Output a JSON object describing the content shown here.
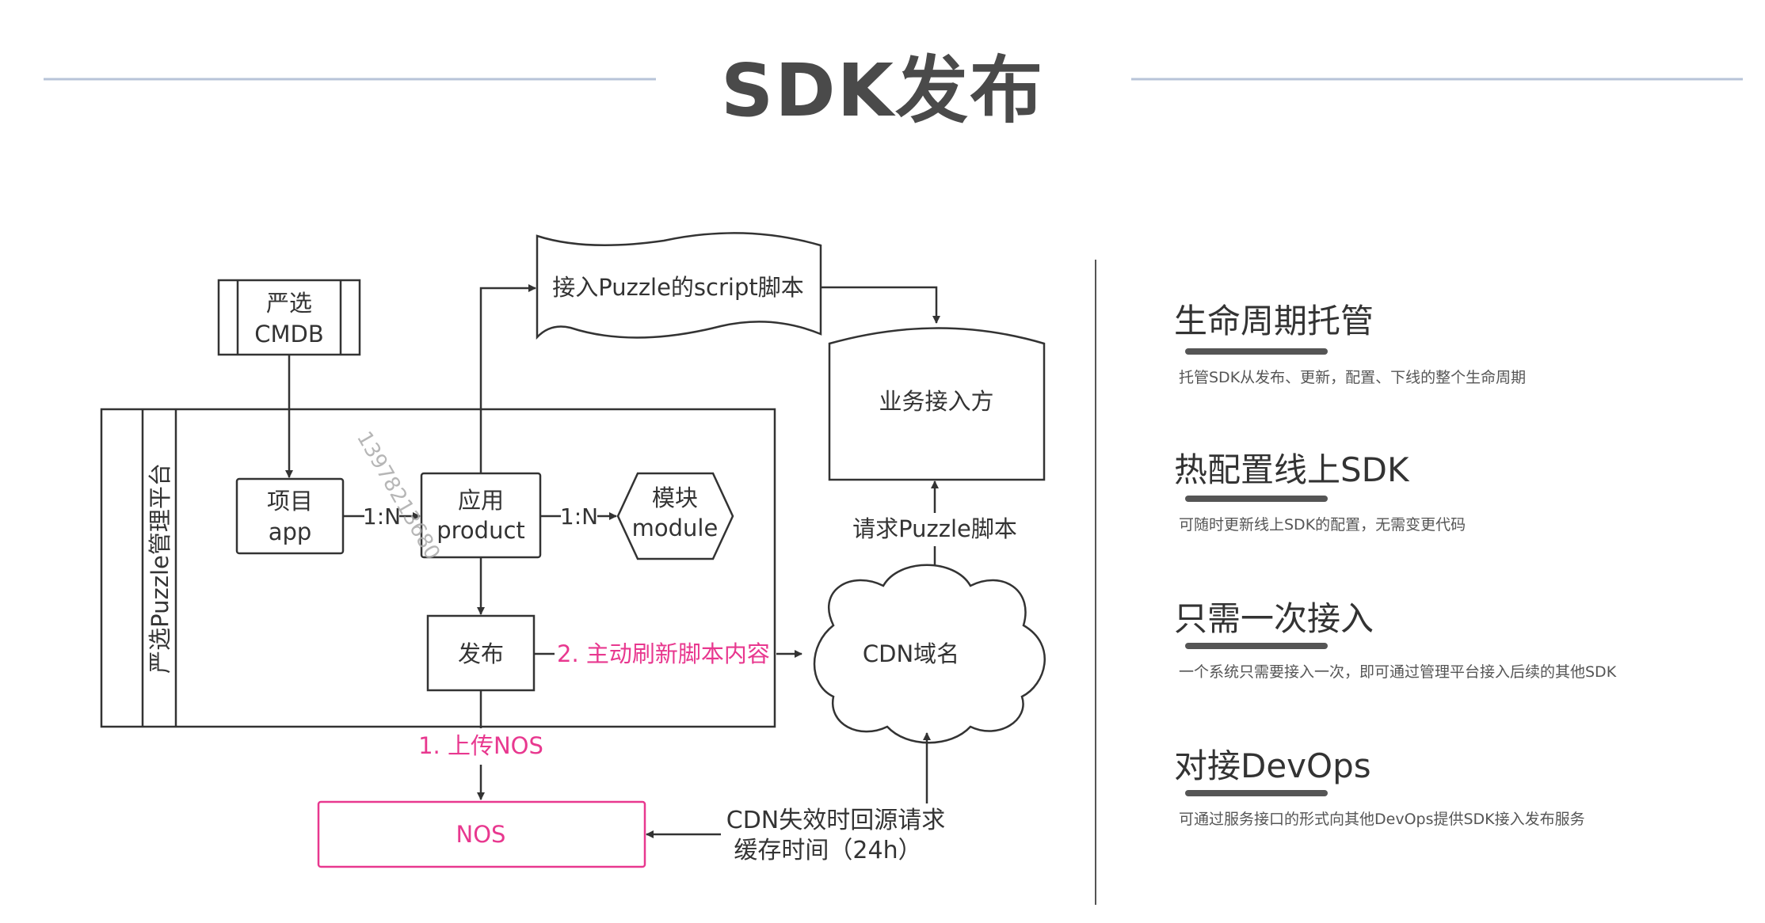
{
  "title": "SDK发布",
  "diagram": {
    "cmdb_line1": "严选",
    "cmdb_line2": "CMDB",
    "platform": "严选Puzzle管理平台",
    "app_line1": "项目",
    "app_line2": "app",
    "rel1": "1:N",
    "product_line1": "应用",
    "product_line2": "product",
    "rel2": "1:N",
    "module_line1": "模块",
    "module_line2": "module",
    "script": "接入Puzzle的script脚本",
    "business": "业务接入方",
    "request": "请求Puzzle脚本",
    "cdn": "CDN域名",
    "publish": "发布",
    "refresh": "2. 主动刷新脚本内容",
    "upload": "1. 上传NOS",
    "nos": "NOS",
    "fallback_line1": "CDN失效时回源请求",
    "fallback_line2": "缓存时间（24h）"
  },
  "watermark": "13978213680",
  "features": [
    {
      "title": "生命周期托管",
      "desc": "托管SDK从发布、更新，配置、下线的整个生命周期"
    },
    {
      "title": "热配置线上SDK",
      "desc": "可随时更新线上SDK的配置，无需变更代码"
    },
    {
      "title": "只需一次接入",
      "desc": "一个系统只需要接入一次，即可通过管理平台接入后续的其他SDK"
    },
    {
      "title": "对接DevOps",
      "desc": "可通过服务接口的形式向其他DevOps提供SDK接入发布服务"
    }
  ],
  "colors": {
    "accent": "#e8388f",
    "line": "#333333",
    "header_line": "#b8c4d8"
  }
}
